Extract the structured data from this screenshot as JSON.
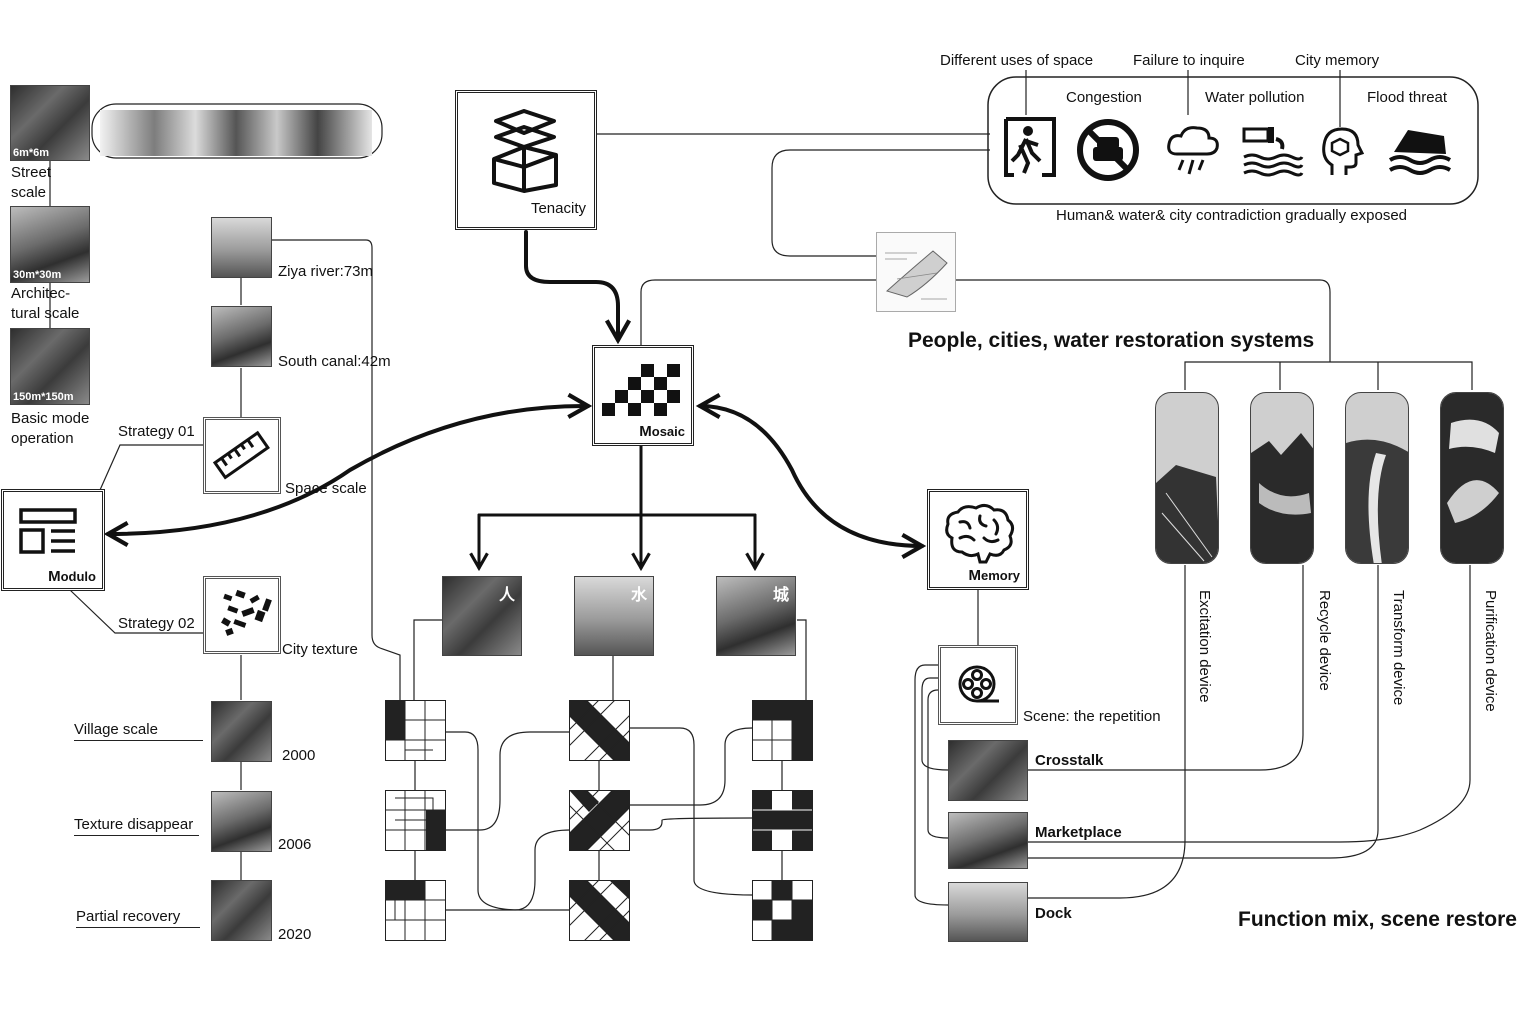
{
  "scales": {
    "street_tag": "6m*6m",
    "street_label": "Street\nscale",
    "arch_tag": "30m*30m",
    "arch_label": "Architec-\ntural scale",
    "basic_tag": "150m*150m",
    "basic_label": "Basic mode\noperation"
  },
  "rivers": {
    "ziya": "Ziya river:73m",
    "canal": "South canal:42m"
  },
  "strategies": {
    "s1": "Strategy 01",
    "space_scale": "Space scale",
    "s2": "Strategy 02",
    "city_texture": "City texture"
  },
  "modulo": {
    "cap": "M",
    "rest": "odulo"
  },
  "timeline": [
    {
      "label": "Village scale",
      "year": "2000"
    },
    {
      "label": "Texture disappear",
      "year": "2006"
    },
    {
      "label": "Partial recovery",
      "year": "2020"
    }
  ],
  "tenacity": "Tenacity",
  "mosaic": {
    "cap": "M",
    "rest": "osaic"
  },
  "memory": {
    "cap": "M",
    "rest": "emory"
  },
  "elements": [
    "人",
    "水",
    "城"
  ],
  "issues": {
    "top": [
      "Different uses of space",
      "Failure to inquire",
      "City memory"
    ],
    "mid": [
      "Congestion",
      "Water pollution",
      "Flood threat"
    ],
    "caption": "Human& water& city contradiction gradually exposed"
  },
  "systems_title": "People, cities, water restoration systems",
  "devices": [
    "Excitation device",
    "Recycle device",
    "Transform device",
    "Purification device"
  ],
  "scenes": {
    "repetition": "Scene: the repetition",
    "items": [
      "Crosstalk",
      "Marketplace",
      "Dock"
    ]
  },
  "footer_title": "Function mix, scene restore"
}
